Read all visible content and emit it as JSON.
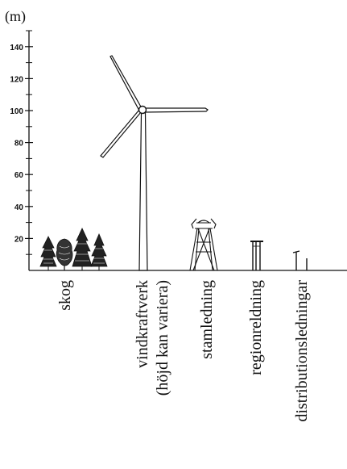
{
  "unit_label": "(m)",
  "y_ticks": [
    20,
    40,
    60,
    80,
    100,
    120,
    140
  ],
  "y_minor_ticks": [
    10,
    30,
    50,
    70,
    90,
    110,
    130,
    150
  ],
  "structures": [
    {
      "key": "skog",
      "label_lines": [
        "skog"
      ],
      "height_m": 22
    },
    {
      "key": "vindkraftverk",
      "label_lines": [
        "vindkraftverk",
        "(höjd kan variera)"
      ],
      "height_m": 135
    },
    {
      "key": "stamledning",
      "label_lines": [
        "stamledning"
      ],
      "height_m": 33
    },
    {
      "key": "regionreldning",
      "label_lines": [
        "regionreldning"
      ],
      "height_m": 18
    },
    {
      "key": "distributionsledningar",
      "label_lines": [
        "distributionsledningar"
      ],
      "height_m": 12
    }
  ]
}
